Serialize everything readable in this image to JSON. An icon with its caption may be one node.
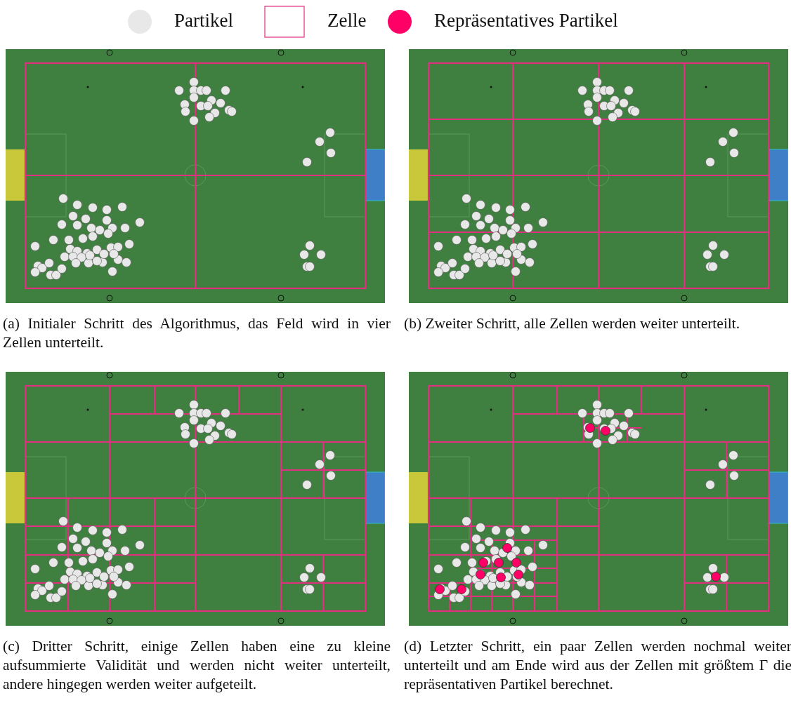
{
  "diagram": {
    "labels": [
      "(a) Initialer Schritt des Algorithmus, das Feld wird in vier Zellen unterteilt.",
      "(b) Zweiter Schritt, alle Zellen werden weiter unterteilt.",
      "(c) Dritter Schritt, einige Zellen haben eine zu kleine aufsummierte Validität und werden nicht weiter unterteilt, andere hingegen werden weiter aufgeteilt.",
      "(d) Letzter Schritt, ein paar Zellen werden nochmal weiter unterteilt und am Ende wird aus der Zellen mit größtem Γ die repräsentativen Partikel berechnet."
    ],
    "legend": [
      {
        "text": "Partikel",
        "color": "#e8e8e8"
      },
      {
        "text": "Zelle"
      },
      {
        "text": "Repräsentatives Partikel",
        "color": "#ff0066"
      }
    ]
  }
}
